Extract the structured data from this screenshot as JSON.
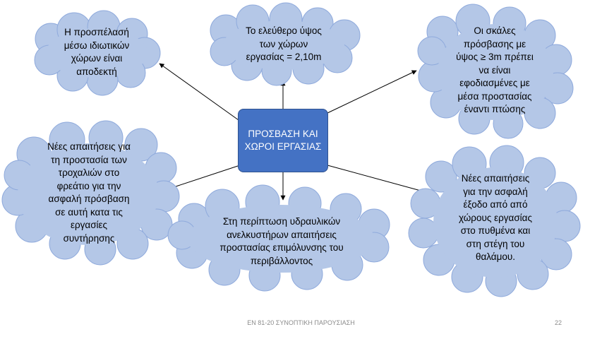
{
  "center": {
    "text": "ΠΡΟΣΒΑΣΗ ΚΑΙ\nΧΩΡΟΙ ΕΡΓΑΣΙΑΣ"
  },
  "clouds": {
    "top_left": {
      "text": "Η προσπέλασή\nμέσω ιδιωτικών\nχώρων είναι\nαποδεκτή"
    },
    "top_center": {
      "text": "Το ελεύθερο ύψος\nτων χώρων\nεργασίας = 2,10m"
    },
    "top_right": {
      "text": "Οι σκάλες\nπρόσβασης με\nύψος ≥ 3m πρέπει\nνα είναι\nεφοδιασμένες με\nμέσα προστασίας\nέναντι πτώσης"
    },
    "mid_left": {
      "text": "Νέες απαιτήσεις για\nτη προστασία των\nτροχαλιών στο\nφρεάτιο για την\nασφαλή πρόσβαση\nσε αυτή κατα τις\nεργασίες\nσυντήρησης"
    },
    "bottom_center": {
      "text": "Στη περίπτωση υδραυλικών\nανελκυστήρων απαιτήσεις\nπροστασίας επιμόλυνσης του\nπεριβάλλοντος"
    },
    "right": {
      "text": "Νέες απαιτήσεις\nγια την ασφαλή\nέξοδο από από\nχώρους εργασίας\nστο πυθμένα και\nστη στέγη του\nθαλάμου."
    }
  },
  "colors": {
    "cloud_fill": "#b4c7e7",
    "cloud_stroke": "#8faadc",
    "center_fill": "#4472c4"
  },
  "footer": {
    "text": "ΕΝ 81-20 ΣΥΝΟΠΤΙΚΗ ΠΑΡΟΥΣΙΑΣΗ",
    "page": "22"
  }
}
